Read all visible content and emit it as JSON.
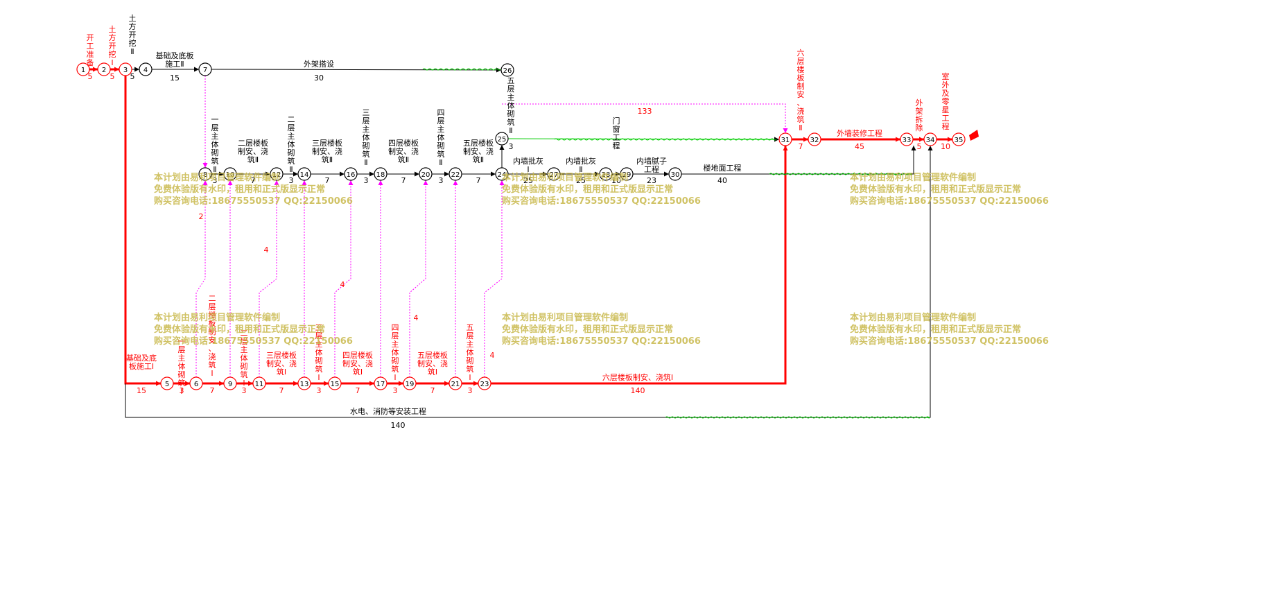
{
  "colors": {
    "critical": "#ff0000",
    "normal": "#000000",
    "float": "#00cc00",
    "dummy": "#ff00ff",
    "watermark": "#c8b84a"
  },
  "watermark_lines": [
    "本计划由易利项目管理软件编制",
    "免费体验版有水印，租用和正式版显示正常",
    "购买咨询电话:18675550537 QQ:22150066"
  ],
  "nodes": [
    "1",
    "2",
    "3",
    "4",
    "5",
    "6",
    "7",
    "8",
    "9",
    "10",
    "11",
    "12",
    "13",
    "14",
    "15",
    "16",
    "17",
    "18",
    "19",
    "20",
    "21",
    "22",
    "23",
    "24",
    "25",
    "26",
    "27",
    "28",
    "29",
    "30",
    "31",
    "32",
    "33",
    "34",
    "35"
  ],
  "activities": [
    {
      "id": "a12",
      "label": "开工准备",
      "duration": "5",
      "critical": true
    },
    {
      "id": "a23",
      "label": "土方开挖Ⅰ",
      "duration": "5",
      "critical": true
    },
    {
      "id": "a34",
      "label": "土方开挖Ⅱ",
      "duration": "5",
      "critical": false
    },
    {
      "id": "a47",
      "label": "基础及底板施工Ⅱ",
      "duration": "15",
      "critical": false
    },
    {
      "id": "a726",
      "label": "外架搭设",
      "duration": "30",
      "critical": false
    },
    {
      "id": "a35",
      "label": "基础及底板施工Ⅰ",
      "duration": "15",
      "critical": true
    },
    {
      "id": "a56",
      "label": "一层主体砌筑Ⅰ",
      "duration": "3",
      "critical": true
    },
    {
      "id": "a69",
      "label": "二层楼板制安、浇筑Ⅰ",
      "duration": "7",
      "critical": true
    },
    {
      "id": "a911",
      "label": "二层主体砌筑Ⅰ",
      "duration": "3",
      "critical": true
    },
    {
      "id": "a1113",
      "label": "三层楼板制安、浇筑Ⅰ",
      "duration": "7",
      "critical": true
    },
    {
      "id": "a1315",
      "label": "三层主体砌筑Ⅰ",
      "duration": "3",
      "critical": true
    },
    {
      "id": "a1517",
      "label": "四层楼板制安、浇筑Ⅰ",
      "duration": "7",
      "critical": true
    },
    {
      "id": "a1719",
      "label": "四层主体砌筑Ⅰ",
      "duration": "3",
      "critical": true
    },
    {
      "id": "a1921",
      "label": "五层楼板制安、浇筑Ⅰ",
      "duration": "7",
      "critical": true
    },
    {
      "id": "a2123",
      "label": "五层主体砌筑Ⅰ",
      "duration": "3",
      "critical": true
    },
    {
      "id": "a2331",
      "label": "六层楼板制安、浇筑Ⅰ",
      "duration": "140",
      "critical": true
    },
    {
      "id": "a810",
      "label": "一层主体砌筑Ⅱ",
      "duration": "3",
      "critical": false
    },
    {
      "id": "a1012",
      "label": "二层楼板制安、浇筑Ⅱ",
      "duration": "7",
      "critical": false
    },
    {
      "id": "a1214",
      "label": "二层主体砌筑Ⅱ",
      "duration": "3",
      "critical": false
    },
    {
      "id": "a1416",
      "label": "三层楼板制安、浇筑Ⅱ",
      "duration": "7",
      "critical": false
    },
    {
      "id": "a1618",
      "label": "三层主体砌筑Ⅱ",
      "duration": "3",
      "critical": false
    },
    {
      "id": "a1820",
      "label": "四层楼板制安、浇筑Ⅱ",
      "duration": "7",
      "critical": false
    },
    {
      "id": "a2022",
      "label": "四层主体砌筑Ⅱ",
      "duration": "3",
      "critical": false
    },
    {
      "id": "a2224",
      "label": "五层楼板制安、浇筑Ⅱ",
      "duration": "7",
      "critical": false
    },
    {
      "id": "a2425",
      "label": "五层主体砌筑Ⅱ",
      "duration": "3",
      "critical": false
    },
    {
      "id": "a2427",
      "label": "内墙批灰Ⅰ",
      "duration": "25",
      "critical": false
    },
    {
      "id": "a2728",
      "label": "内墙批灰Ⅱ",
      "duration": "25",
      "critical": false
    },
    {
      "id": "a2829",
      "label": "门窗工程",
      "duration": "10",
      "critical": false
    },
    {
      "id": "a2930",
      "label": "内墙腻子工程",
      "duration": "23",
      "critical": false
    },
    {
      "id": "a3033",
      "label": "楼地面工程",
      "duration": "40",
      "critical": false
    },
    {
      "id": "a3132",
      "label": "六层楼板制安、浇筑Ⅱ",
      "duration": "7",
      "critical": true
    },
    {
      "id": "a3233",
      "label": "外墙装修工程",
      "duration": "45",
      "critical": true
    },
    {
      "id": "a3334",
      "label": "外架拆除",
      "duration": "5",
      "critical": true
    },
    {
      "id": "a3435",
      "label": "室外及零星工程",
      "duration": "10",
      "critical": true
    },
    {
      "id": "a334",
      "label": "水电、消防等安装工程",
      "duration": "140",
      "critical": false
    },
    {
      "id": "a2531",
      "label": "",
      "duration": "133",
      "critical": false
    }
  ],
  "dummy_float_labels": [
    "2",
    "4",
    "4",
    "4",
    "4"
  ]
}
